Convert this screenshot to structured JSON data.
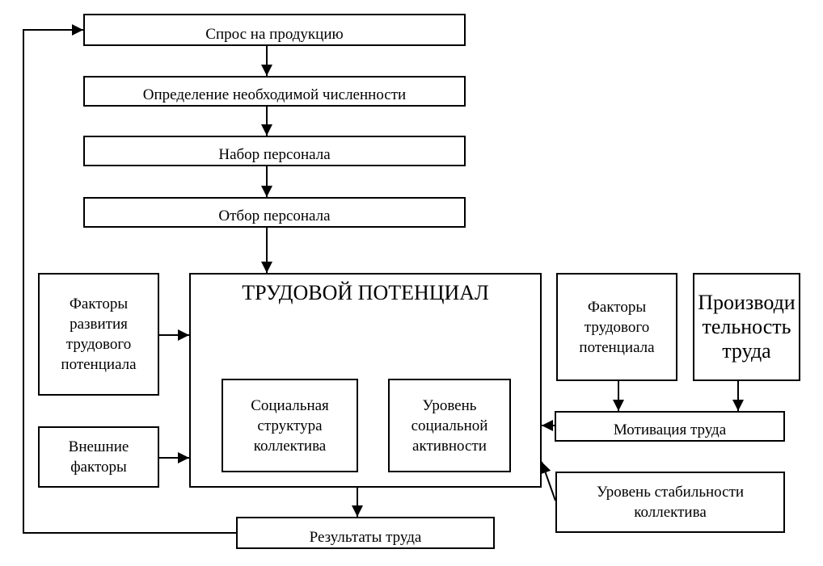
{
  "colors": {
    "line": "#000000",
    "background": "#ffffff"
  },
  "nodes": {
    "demand": "Спрос на продукцию",
    "headcount": "Определение необходимой численности",
    "recruitment": "Набор персонала",
    "selection": "Отбор персонала",
    "labor_potential": "ТРУДОВОЙ ПОТЕНЦИАЛ",
    "social_structure": "Социальная\nструктура\nколлектива",
    "social_activity": "Уровень\nсоциальной\nактивности",
    "development_factors": "Факторы\nразвития\nтрудового\nпотенциала",
    "external_factors": "Внешние\nфакторы",
    "potential_factors": "Факторы\nтрудового\nпотенциала",
    "productivity": "Производи\nтельность\nтруда",
    "motivation": "Мотивация труда",
    "stability": "Уровень стабильности\nколлектива",
    "results": "Результаты труда"
  },
  "edges": [
    [
      "demand",
      "headcount"
    ],
    [
      "headcount",
      "recruitment"
    ],
    [
      "recruitment",
      "selection"
    ],
    [
      "selection",
      "labor_potential"
    ],
    [
      "development_factors",
      "labor_potential"
    ],
    [
      "external_factors",
      "labor_potential"
    ],
    [
      "potential_factors",
      "motivation"
    ],
    [
      "productivity",
      "motivation"
    ],
    [
      "motivation",
      "labor_potential"
    ],
    [
      "stability",
      "labor_potential"
    ],
    [
      "labor_potential",
      "results"
    ],
    [
      "results",
      "demand"
    ]
  ]
}
